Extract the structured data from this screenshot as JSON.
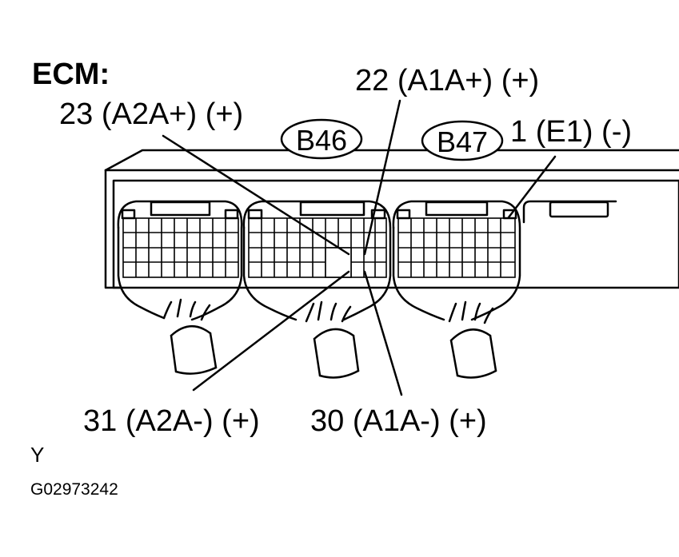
{
  "diagram": {
    "title": "ECM:",
    "connectors": [
      {
        "id": "B46"
      },
      {
        "id": "B47"
      }
    ],
    "pin_labels": {
      "p22": "22 (A1A+) (+)",
      "p23": "23 (A2A+) (+)",
      "p1": "1 (E1) (-)",
      "p31": "31 (A2A-) (+)",
      "p30": "30 (A1A-) (+)"
    },
    "footer": {
      "code": "Y",
      "figure_id": "G02973242"
    }
  }
}
